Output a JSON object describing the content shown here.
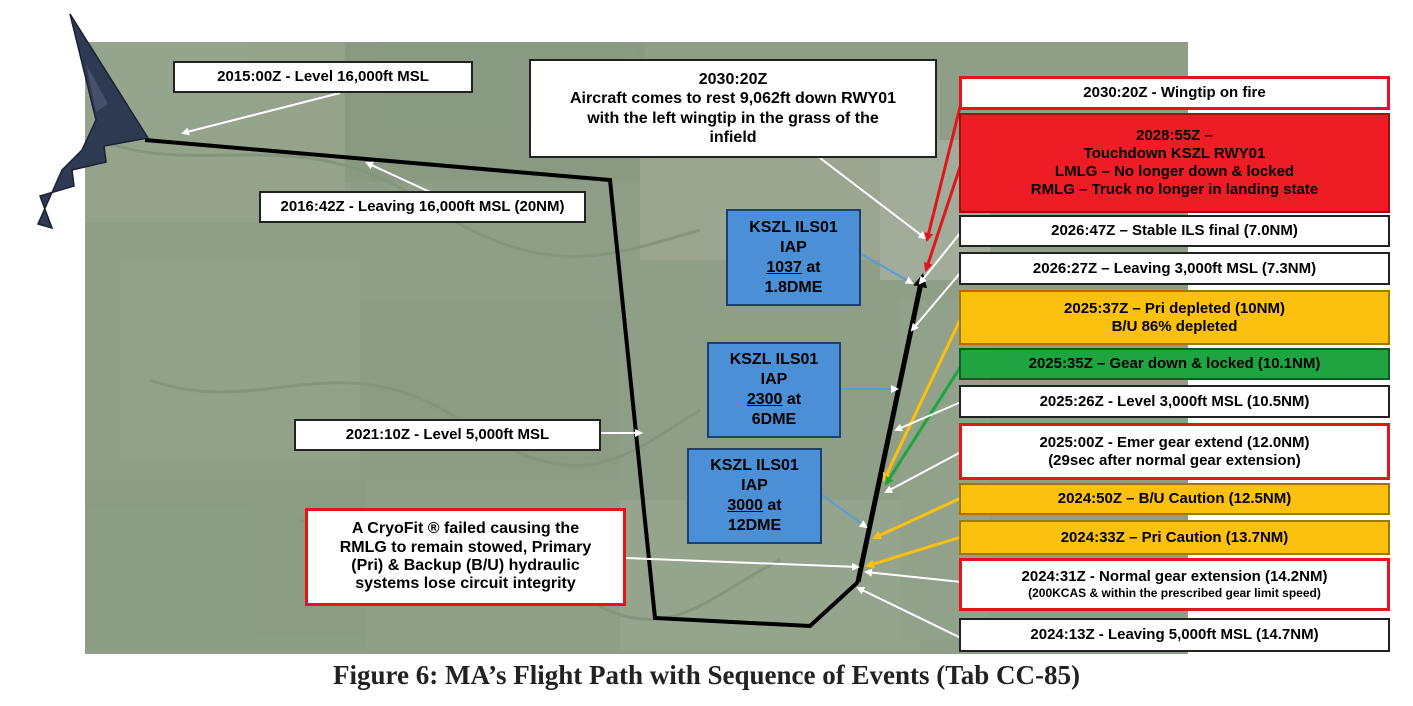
{
  "colors": {
    "map_base": "#8f9f87",
    "flight_path": "#000000",
    "arrow_white": "#ffffff",
    "arrow_red": "#e0161b",
    "arrow_yellow": "#fcc10f",
    "arrow_green": "#1fa442",
    "ils_fill": "#4b8fd6",
    "event_red": "#ee1c25",
    "event_yellow": "#fcc10f",
    "event_green": "#1fa442"
  },
  "icons": {
    "aircraft": "b2-bomber-silhouette-icon"
  },
  "left_labels": {
    "level16": "2015:00Z - Level 16,000ft MSL",
    "leaving16": "2016:42Z - Leaving 16,000ft MSL (20NM)",
    "level5": "2021:10Z - Level 5,000ft MSL"
  },
  "rest_box": {
    "time": "2030:20Z",
    "line1": "Aircraft comes to rest 9,062ft down RWY01",
    "line2": "with the left wingtip in the grass of the",
    "line3": "infield"
  },
  "cryofit_box": {
    "line1": "A CryoFit ® failed causing the",
    "line2": "RMLG to remain stowed, Primary",
    "line3": "(Pri) & Backup (B/U) hydraulic",
    "line4": "systems lose circuit integrity"
  },
  "ils_boxes": [
    {
      "line1": "KSZL ILS01",
      "line2": "IAP",
      "alt": "1037",
      "at": " at",
      "dme": "1.8DME"
    },
    {
      "line1": "KSZL ILS01",
      "line2": "IAP",
      "alt": "2300",
      "at": " at",
      "dme": "6DME"
    },
    {
      "line1": "KSZL ILS01",
      "line2": "IAP",
      "alt": "3000",
      "at": " at",
      "dme": "12DME"
    }
  ],
  "events": {
    "wingtip": "2030:20Z - Wingtip on fire",
    "touchdown": {
      "line1": "2028:55Z –",
      "line2": "Touchdown KSZL RWY01",
      "line3": "LMLG – No longer down & locked",
      "line4": "RMLG – Truck no longer in landing state"
    },
    "stable": "2026:47Z – Stable ILS final (7.0NM)",
    "leaving3": "2026:27Z – Leaving 3,000ft MSL (7.3NM)",
    "pri_depleted": {
      "line1": "2025:37Z – Pri depleted (10NM)",
      "line2": "B/U 86% depleted"
    },
    "gear_down": "2025:35Z – Gear down & locked (10.1NM)",
    "level3": "2025:26Z - Level 3,000ft MSL (10.5NM)",
    "emer": {
      "line1": "2025:00Z - Emer gear extend (12.0NM)",
      "line2": "(29sec after normal gear extension)"
    },
    "bu_caution": "2024:50Z – B/U Caution (12.5NM)",
    "pri_caution": "2024:33Z – Pri Caution (13.7NM)",
    "normal_gear": {
      "line1": "2024:31Z - Normal gear extension (14.2NM)",
      "line2": "(200KCAS & within the prescribed gear limit speed)"
    },
    "leaving5": "2024:13Z - Leaving 5,000ft MSL (14.7NM)"
  },
  "caption": "Figure 6: MA’s Flight Path with Sequence of Events (Tab CC-85)"
}
